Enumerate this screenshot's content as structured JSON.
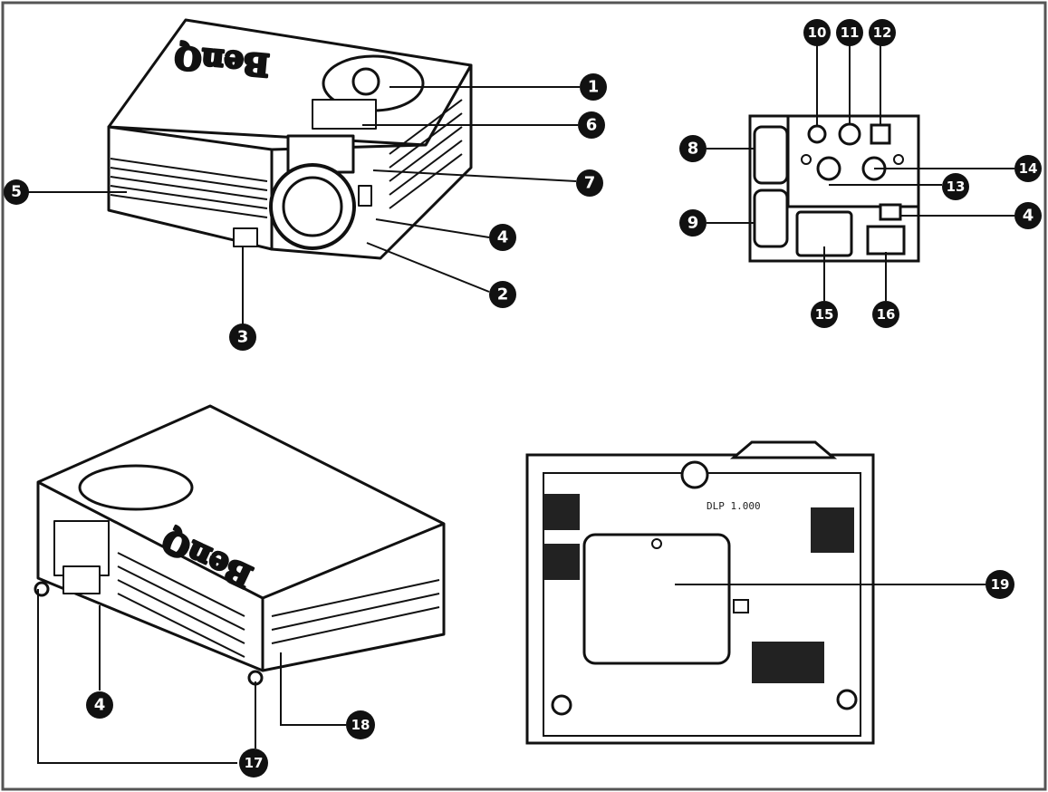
{
  "brand": "BenQ",
  "bottom_label": "DLP 1.000",
  "callouts": [
    {
      "id": "c1",
      "label": "1"
    },
    {
      "id": "c2",
      "label": "2"
    },
    {
      "id": "c3",
      "label": "3"
    },
    {
      "id": "c4a",
      "label": "4"
    },
    {
      "id": "c4b",
      "label": "4"
    },
    {
      "id": "c4c",
      "label": "4"
    },
    {
      "id": "c5",
      "label": "5"
    },
    {
      "id": "c6",
      "label": "6"
    },
    {
      "id": "c7",
      "label": "7"
    },
    {
      "id": "c8",
      "label": "8"
    },
    {
      "id": "c9",
      "label": "9"
    },
    {
      "id": "c10",
      "label": "10"
    },
    {
      "id": "c11",
      "label": "11"
    },
    {
      "id": "c12",
      "label": "12"
    },
    {
      "id": "c13",
      "label": "13"
    },
    {
      "id": "c14",
      "label": "14"
    },
    {
      "id": "c15",
      "label": "15"
    },
    {
      "id": "c16",
      "label": "16"
    },
    {
      "id": "c17",
      "label": "17"
    },
    {
      "id": "c18",
      "label": "18"
    },
    {
      "id": "c19",
      "label": "19"
    }
  ],
  "colors": {
    "ink": "#111111",
    "panel": "#ffffff",
    "frame": "#444444"
  }
}
